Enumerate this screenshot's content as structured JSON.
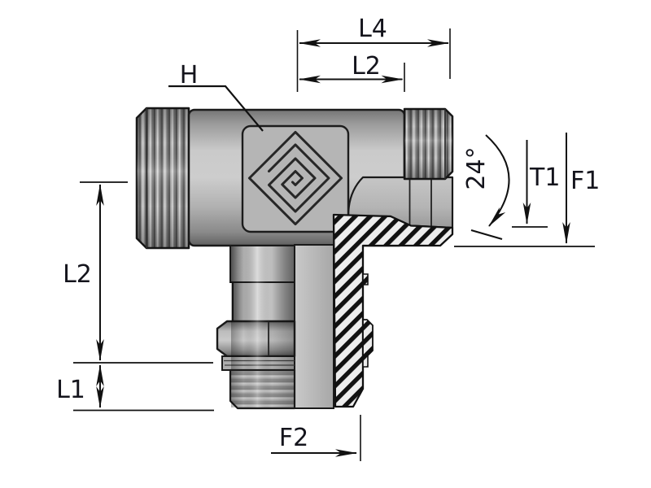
{
  "labels": {
    "h": "H",
    "l4": "L4",
    "l2_top": "L2",
    "l2_left": "L2",
    "l1": "L1",
    "angle": "24°",
    "t1": "T1",
    "f1": "F1",
    "f2": "F2"
  },
  "colors": {
    "outline": "#1a1a1a",
    "dimension_line": "#111111",
    "label_text": "#14141c",
    "metal_mid": "#b5b5b5",
    "hatch_background": "#ededed",
    "hatch_stroke": "#111111",
    "background": "#ffffff"
  }
}
